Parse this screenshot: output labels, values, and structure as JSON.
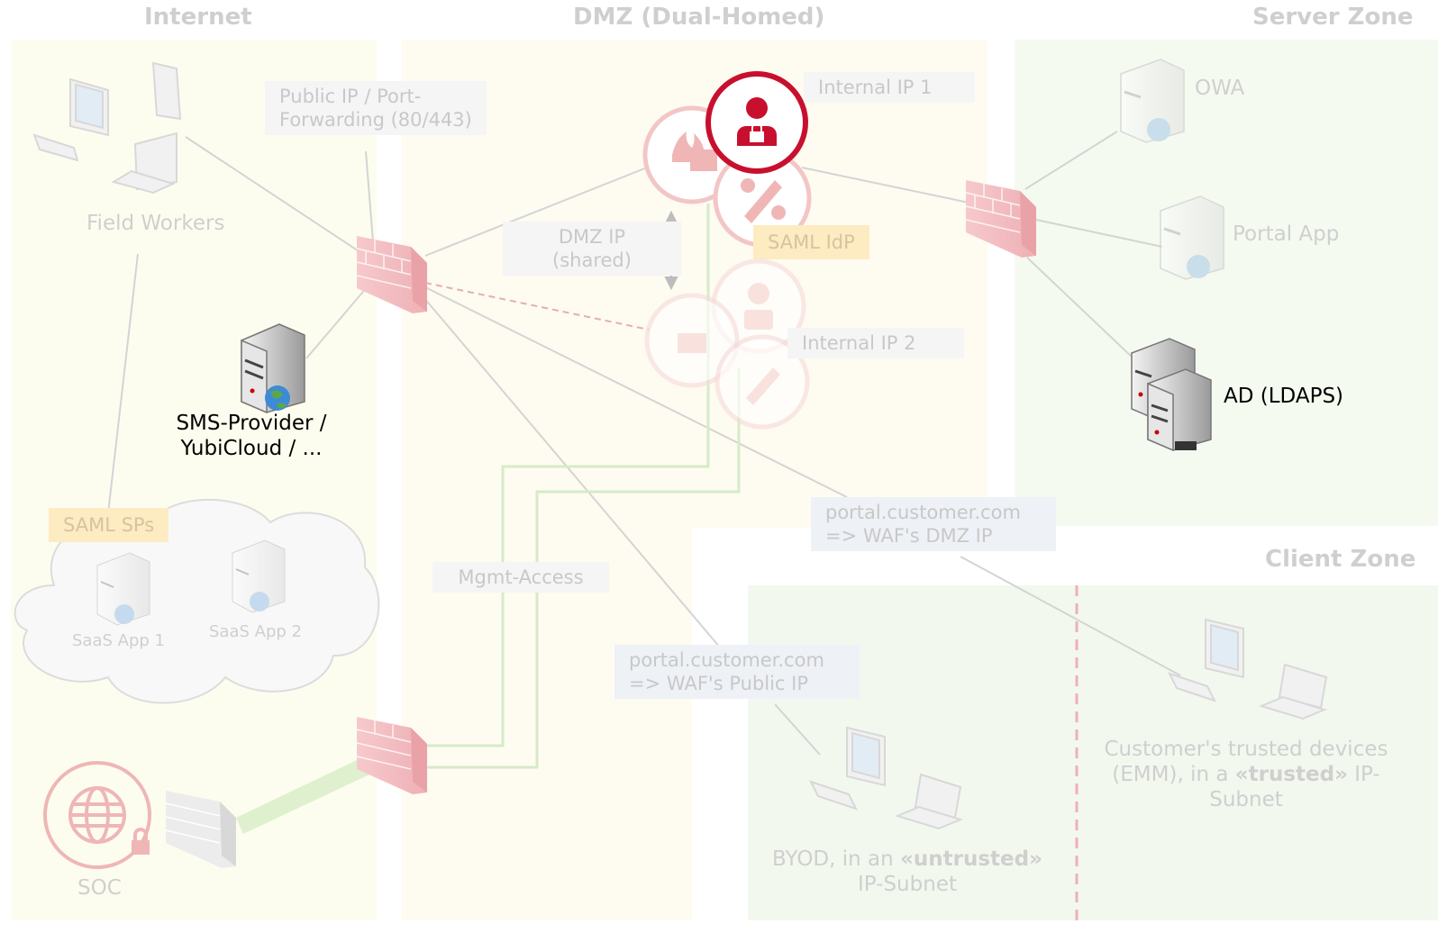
{
  "zones": {
    "internet": "Internet",
    "dmz": "DMZ (Dual-Homed)",
    "server": "Server Zone",
    "client": "Client Zone"
  },
  "labels": {
    "field_workers": "Field Workers",
    "sms_provider_line1": "SMS-Provider /",
    "sms_provider_line2": "YubiCloud / ...",
    "saml_sps": "SAML SPs",
    "saas_app_1": "SaaS App 1",
    "saas_app_2": "SaaS App 2",
    "soc": "SOC",
    "public_ip_line1": "Public IP / Port-",
    "public_ip_line2": "Forwarding (80/443)",
    "dmz_ip_line1": "DMZ IP",
    "dmz_ip_line2": "(shared)",
    "internal_ip_1": "Internal IP 1",
    "internal_ip_2": "Internal IP 2",
    "saml_idp": "SAML IdP",
    "mgmt_access": "Mgmt-Access",
    "portal_dmz_line1": "portal.customer.com",
    "portal_dmz_line2": "=> WAF's DMZ IP",
    "portal_public_line1": "portal.customer.com",
    "portal_public_line2": "=> WAF's Public IP",
    "owa": "OWA",
    "portal_app": "Portal App",
    "ad": "AD (LDAPS)",
    "trusted_line1": "Customer's trusted devices",
    "trusted_line2_pre": "(EMM), in a ",
    "trusted_line2_bold": "«trusted»",
    "trusted_line2_post": " IP-",
    "trusted_line3": "Subnet",
    "byod_line1_pre": "BYOD, in an ",
    "byod_line1_bold": "«untrusted»",
    "byod_line2": "IP-Subnet"
  },
  "colors": {
    "internet_zone": "#fdfdef",
    "dmz_zone": "#fefbf1",
    "server_zone": "#f5faf0",
    "client_zone": "#f2f8ee",
    "accent_red": "#c8102e",
    "faded_red": "#f4c8c8",
    "green_line": "#cfe8c0"
  }
}
